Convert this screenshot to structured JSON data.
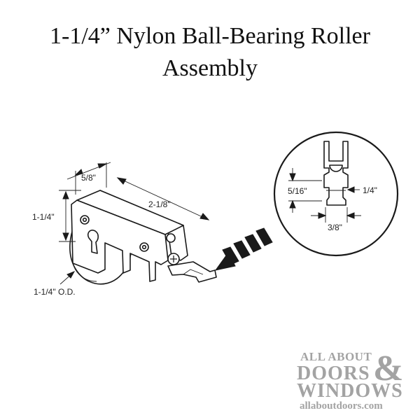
{
  "title": {
    "line1": "1-1/4” Nylon Ball-Bearing Roller",
    "line2": "Assembly"
  },
  "dimensions": {
    "width": "5/8\"",
    "length": "2-1/8\"",
    "height": "1-1/4\"",
    "wheel_od": "1-1/4\" O.D."
  },
  "detail": {
    "gap": "5/16\"",
    "neck": "1/4\"",
    "base": "3/8\""
  },
  "logo": {
    "top": "ALL ABOUT",
    "line1": "DOORS",
    "ampersand": "&",
    "line2": "WINDOWS",
    "url": "allaboutdoors.com"
  }
}
